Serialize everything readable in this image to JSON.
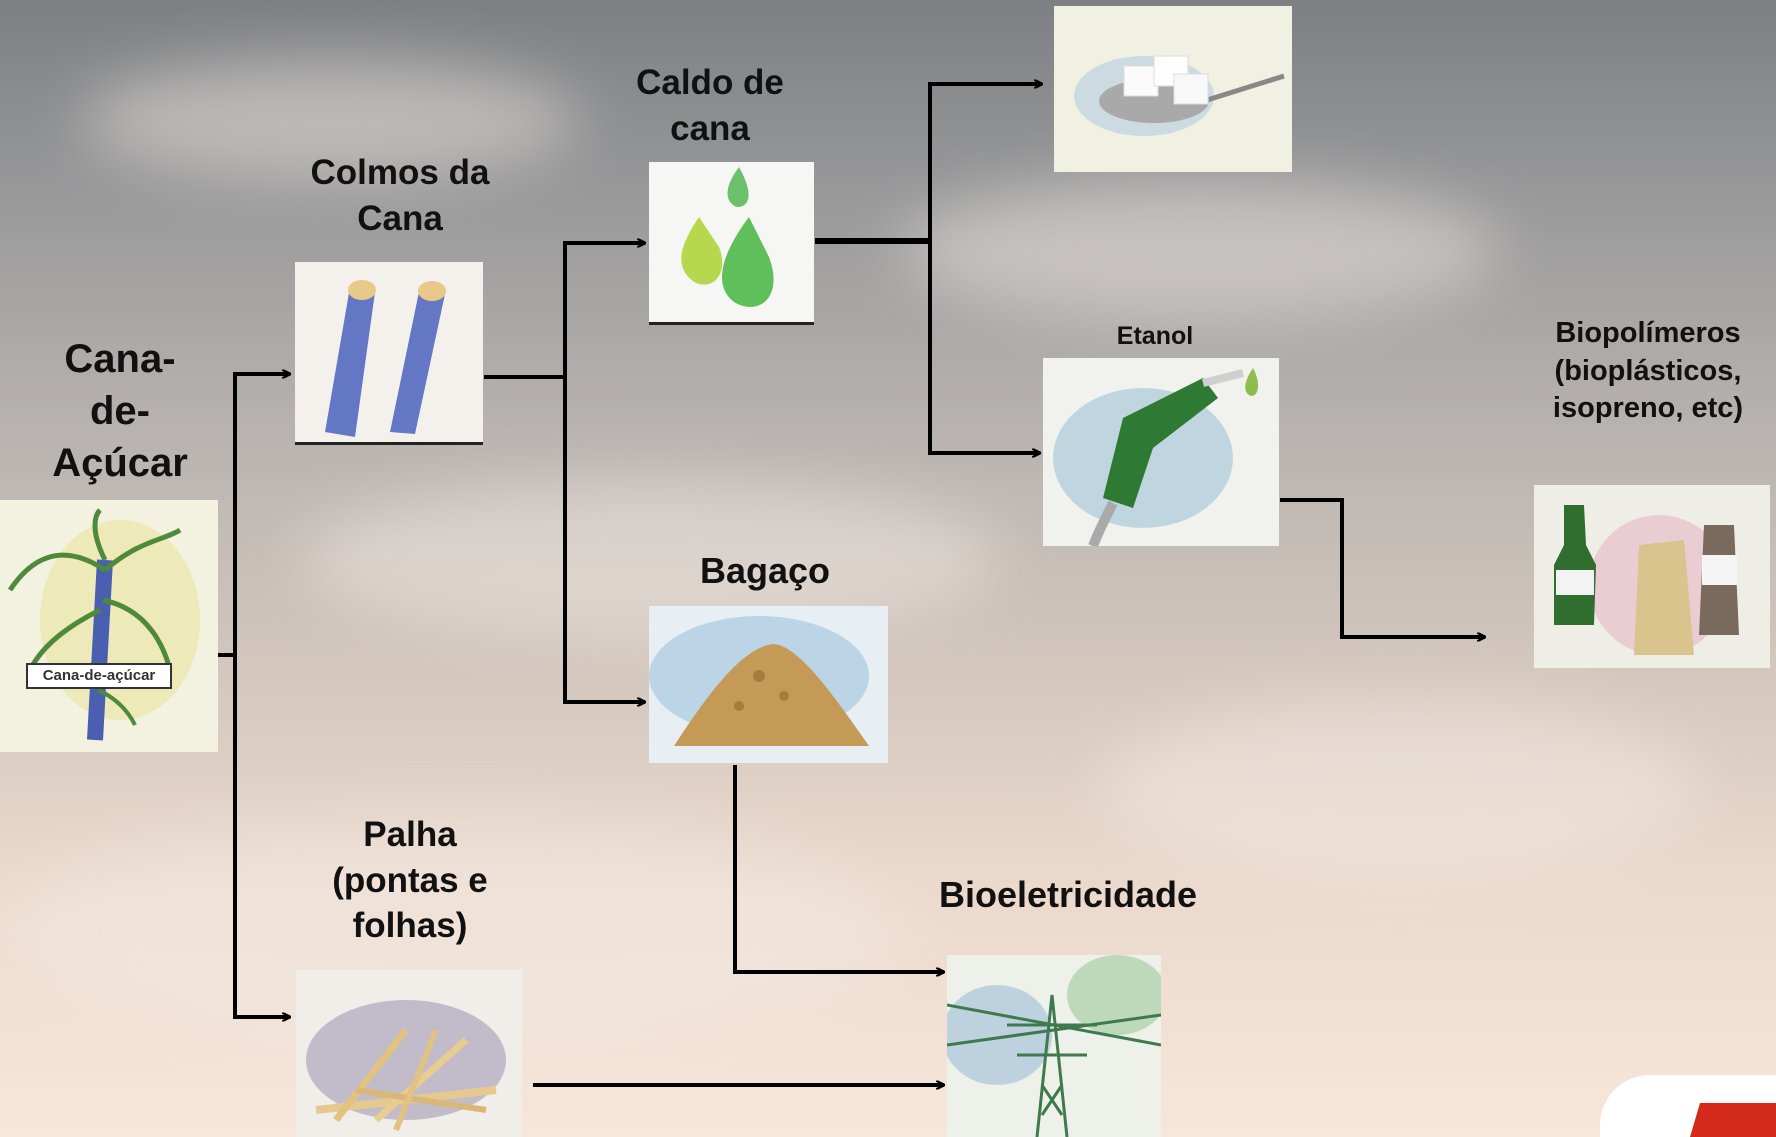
{
  "nodes": {
    "cana": {
      "label": "Cana-\nde-\nAçúcar",
      "tag": "Cana-de-açúcar",
      "icon": "sugarcane-plant-icon"
    },
    "colmos": {
      "label": "Colmos da\nCana",
      "icon": "cane-stalks-icon"
    },
    "caldo": {
      "label": "Caldo de\ncana",
      "icon": "juice-drops-icon"
    },
    "acucar": {
      "label": "",
      "icon": "sugar-cubes-spoon-icon"
    },
    "etanol": {
      "label": "Etanol",
      "icon": "fuel-nozzle-icon"
    },
    "biopolimeros": {
      "label": "Biopolímeros\n(bioplásticos,\nisopreno, etc)",
      "icon": "plastic-bottles-icon"
    },
    "bagaco": {
      "label": "Bagaço",
      "icon": "bagasse-pile-icon"
    },
    "palha": {
      "label": "Palha\n(pontas e\nfolhas)",
      "icon": "straw-icon"
    },
    "bioeletricidade": {
      "label": "Bioeletricidade",
      "icon": "power-tower-icon"
    }
  },
  "edges": [
    [
      "cana",
      "colmos"
    ],
    [
      "cana",
      "palha"
    ],
    [
      "colmos",
      "caldo"
    ],
    [
      "colmos",
      "bagaco"
    ],
    [
      "caldo",
      "acucar"
    ],
    [
      "caldo",
      "etanol"
    ],
    [
      "etanol",
      "biopolimeros"
    ],
    [
      "bagaco",
      "bioeletricidade"
    ],
    [
      "palha",
      "bioeletricidade"
    ]
  ],
  "colors": {
    "arrow": "#000000",
    "text": "#111111",
    "logo": "#d42a1c"
  }
}
